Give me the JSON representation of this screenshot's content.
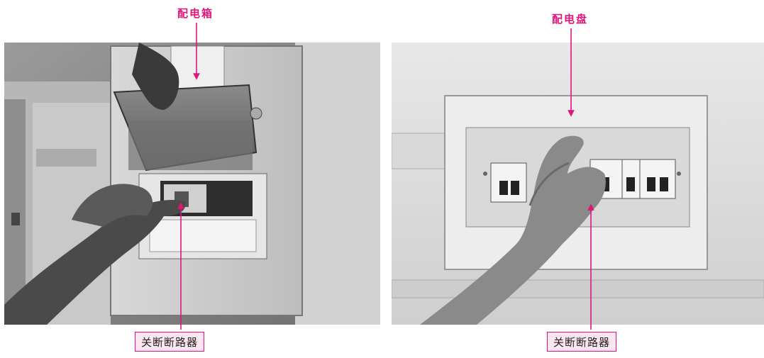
{
  "figures": [
    {
      "top_label": "配电箱",
      "bottom_label": "关断断路器"
    },
    {
      "top_label": "配电盘",
      "bottom_label": "关断断路器"
    }
  ],
  "colors": {
    "accent": "#e0157a",
    "tag_fill": "#fde6f0"
  }
}
